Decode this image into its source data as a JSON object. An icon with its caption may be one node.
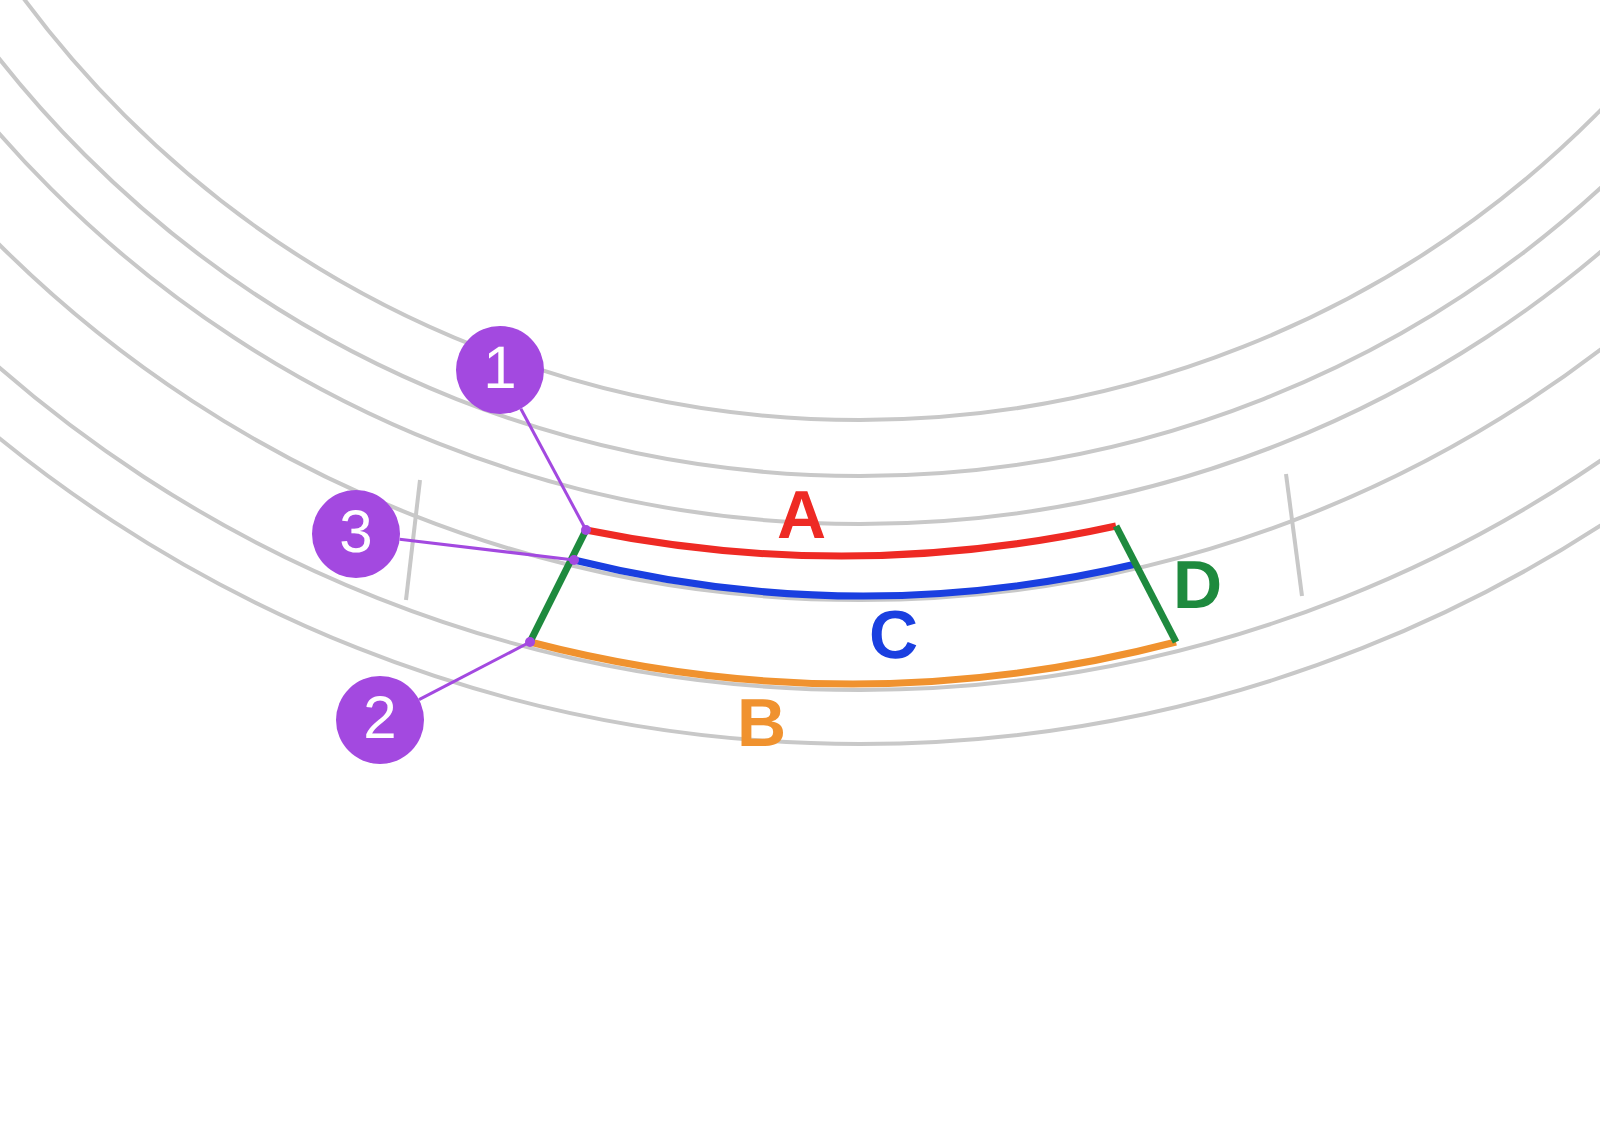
{
  "diagram": {
    "nodes": [
      {
        "text": [
          "1"
        ]
      },
      {
        "text": [
          "3"
        ]
      },
      {
        "text": [
          "2"
        ]
      }
    ],
    "edges": [
      {
        "from": 0,
        "to": null,
        "arrow": "other"
      },
      {
        "from": 1,
        "to": null,
        "arrow": "other"
      },
      {
        "from": 2,
        "to": null,
        "arrow": "other"
      }
    ],
    "labels": [
      "A",
      "D",
      "C",
      "B"
    ]
  }
}
